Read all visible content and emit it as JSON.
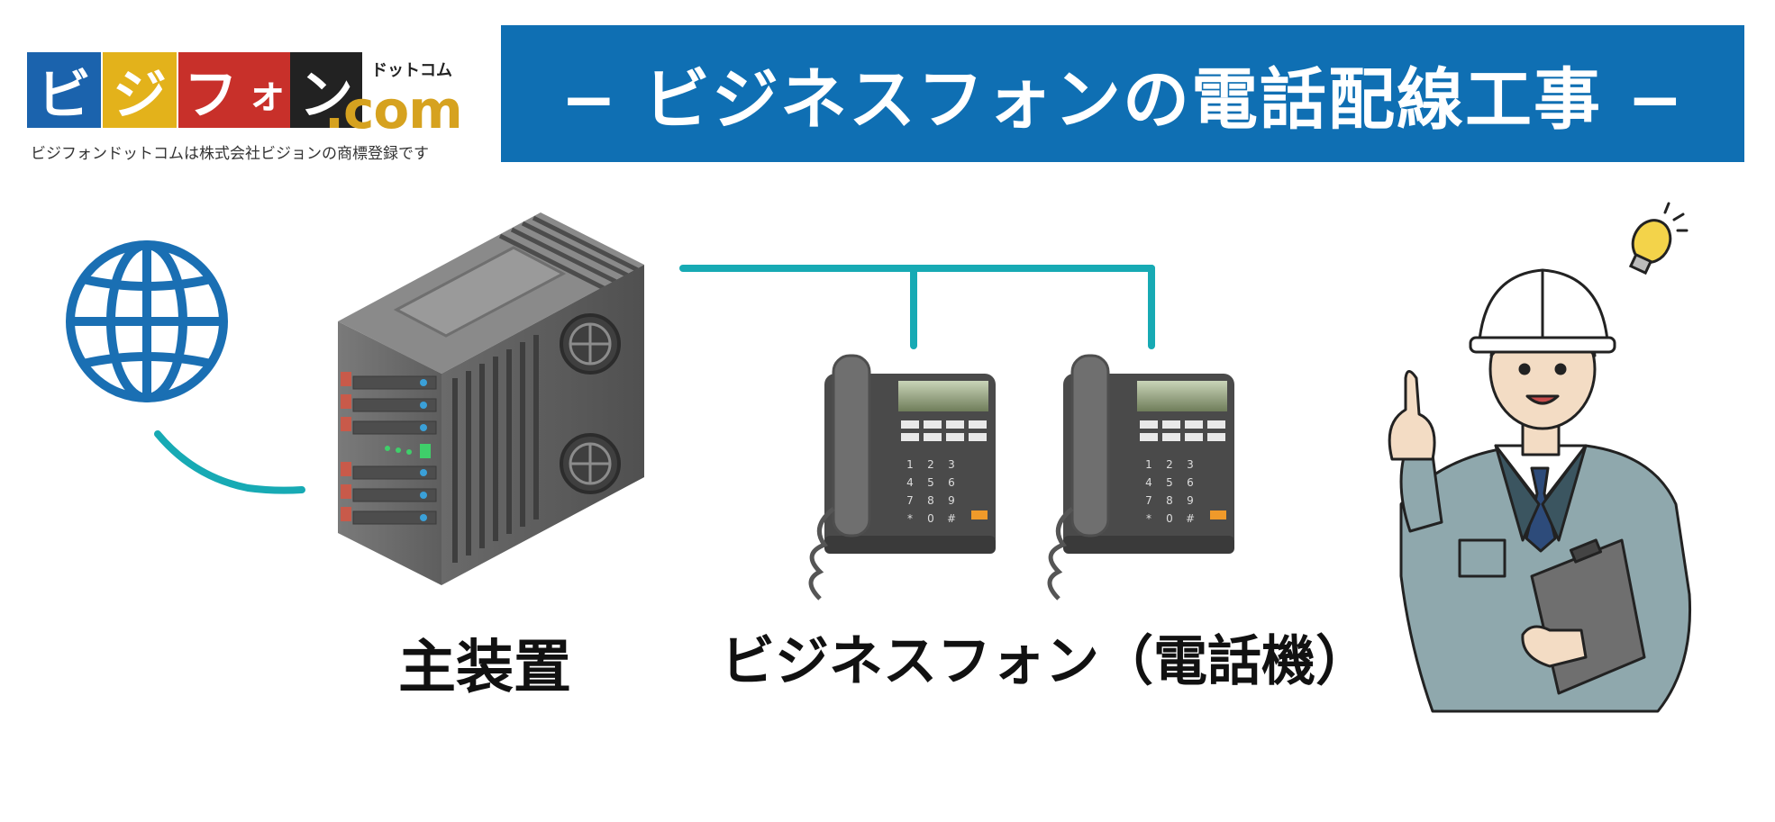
{
  "logo": {
    "tiles": [
      "ビ",
      "ジ",
      "フ",
      "ォ",
      "ン"
    ],
    "tile_colors": [
      "#1b63ad",
      "#e3b21b",
      "#c8302a",
      "#c8302a",
      "#222222"
    ],
    "ruby": "ドットコム",
    "com": ".com",
    "note": "ビジフォンドットコムは株式会社ビジョンの商標登録です"
  },
  "header": {
    "title": "− ビジネスフォンの電話配線工事 −",
    "bg_color": "#0f6fb3"
  },
  "labels": {
    "main_unit": "主装置",
    "business_phone": "ビジネスフォン（電話機）"
  },
  "icons": {
    "internet": "globe-icon",
    "main_unit": "server-icon",
    "phones": [
      "desk-phone-icon",
      "desk-phone-icon"
    ],
    "worker": "worker-icon",
    "idea": "lightbulb-icon"
  },
  "colors": {
    "wire": "#17aab4",
    "globe": "#1a6fb3",
    "server": "#6e6e6e",
    "phone": "#555555",
    "uniform": "#8fa8ad",
    "bulb": "#f3d34a"
  },
  "phone_keypad": [
    "1",
    "2",
    "3",
    "4",
    "5",
    "6",
    "7",
    "8",
    "9",
    "*",
    "0",
    "#"
  ]
}
